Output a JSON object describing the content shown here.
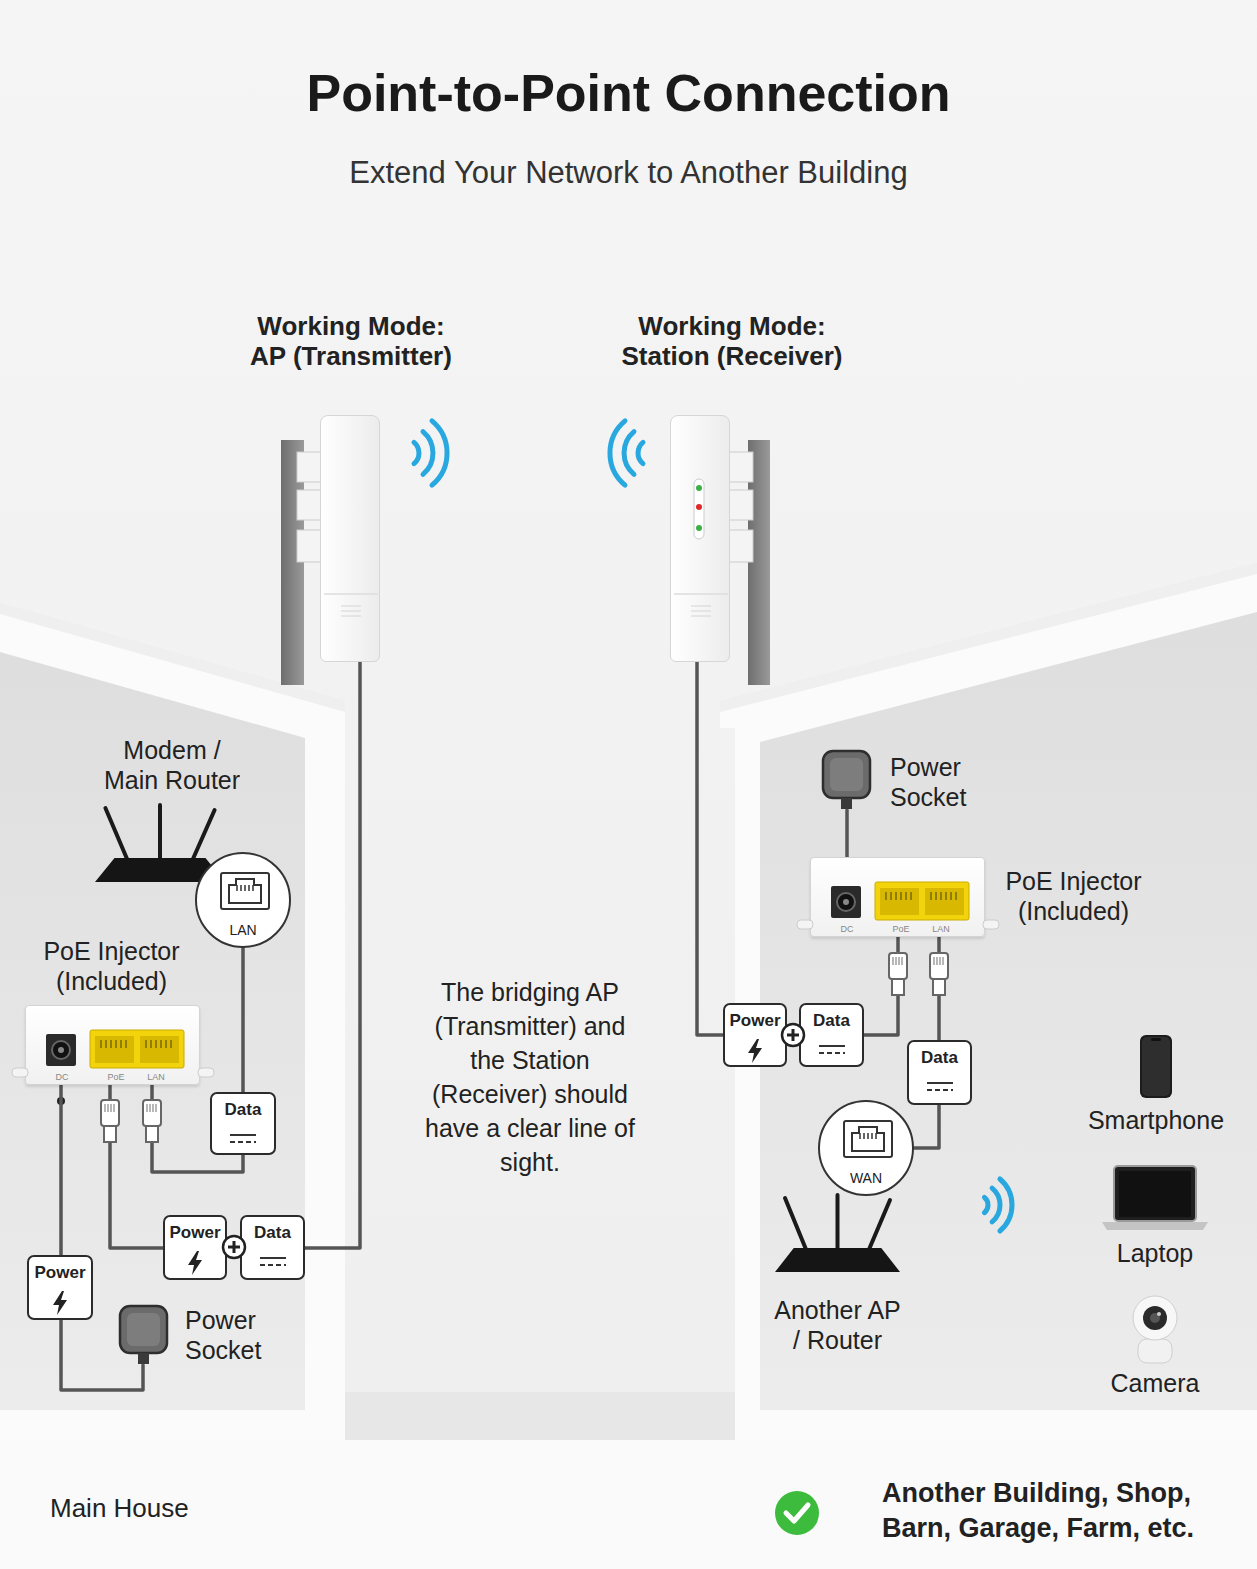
{
  "diagram": {
    "title": "Point-to-Point Connection",
    "caption": "Extend Your Network to Another Building",
    "nodes": [
      {
        "text": [
          "Working Mode: AP (Transmitter)"
        ]
      },
      {
        "text": [
          "Working Mode: Station (Receiver)"
        ]
      },
      {
        "text": [
          "Modem / Main Router"
        ]
      },
      {
        "text": [
          "LAN"
        ]
      },
      {
        "text": [
          "PoE Injector (Included)",
          "DC",
          "PoE",
          "LAN"
        ]
      },
      {
        "text": [
          "Data"
        ]
      },
      {
        "text": [
          "Power"
        ]
      },
      {
        "text": [
          "Data"
        ]
      },
      {
        "text": [
          "Power"
        ]
      },
      {
        "text": [
          "Power Socket"
        ]
      },
      {
        "text": [
          "Power Socket"
        ]
      },
      {
        "text": [
          "PoE Injector (Included)",
          "DC",
          "PoE",
          "LAN"
        ]
      },
      {
        "text": [
          "Power"
        ]
      },
      {
        "text": [
          "Data"
        ]
      },
      {
        "text": [
          "Data"
        ]
      },
      {
        "text": [
          "WAN"
        ]
      },
      {
        "text": [
          "Another AP / Router"
        ]
      },
      {
        "text": [
          "Smartphone"
        ]
      },
      {
        "text": [
          "Laptop"
        ]
      },
      {
        "text": [
          "Camera"
        ]
      }
    ],
    "edges": [
      {
        "from": 3,
        "to": 5,
        "arrow": "none"
      },
      {
        "from": 5,
        "to": 4,
        "arrow": "none"
      },
      {
        "from": 4,
        "to": 6,
        "arrow": "none"
      },
      {
        "from": 7,
        "to": 0,
        "arrow": "none"
      },
      {
        "from": 4,
        "to": 8,
        "arrow": "none"
      },
      {
        "from": 8,
        "to": 9,
        "arrow": "none"
      },
      {
        "from": 10,
        "to": 11,
        "arrow": "none"
      },
      {
        "from": 1,
        "to": 12,
        "arrow": "none"
      },
      {
        "from": 13,
        "to": 11,
        "arrow": "none"
      },
      {
        "from": 11,
        "to": 14,
        "arrow": "none"
      },
      {
        "from": 14,
        "to": 15,
        "arrow": "none"
      }
    ],
    "labels": [
      "The bridging AP (Transmitter) and the Station (Receiver) should have a clear line of sight.",
      "Main House",
      "Another Building, Shop, Barn, Garage, Farm, etc."
    ]
  }
}
